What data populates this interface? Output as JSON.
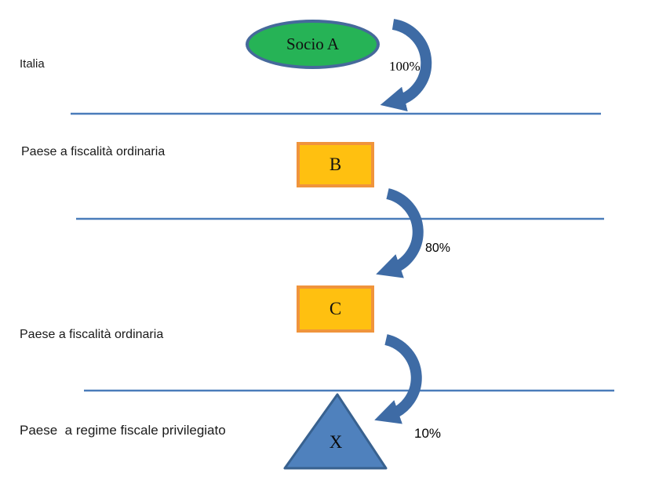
{
  "diagram": {
    "title_none_visible": "",
    "zones": [
      {
        "label": "Italia"
      },
      {
        "label": "Paese a fiscalità ordinaria"
      },
      {
        "label": "Paese a fiscalità ordinaria"
      },
      {
        "label": "Paese  a regime fiscale privilegiato"
      }
    ],
    "nodes": [
      {
        "id": "socio-a",
        "label": "Socio A",
        "shape": "ellipse",
        "fill": "#26b356",
        "border": "#46699b"
      },
      {
        "id": "b",
        "label": "B",
        "shape": "rectangle",
        "fill": "#ffc010",
        "border": "#f0943c"
      },
      {
        "id": "c",
        "label": "C",
        "shape": "rectangle",
        "fill": "#ffc010",
        "border": "#f0943c"
      },
      {
        "id": "x",
        "label": "X",
        "shape": "triangle",
        "fill": "#4f81bd",
        "border": "#38618f"
      }
    ],
    "edges": [
      {
        "from": "Socio A",
        "to": "B",
        "label": "100%"
      },
      {
        "from": "B",
        "to": "C",
        "label": "80%"
      },
      {
        "from": "C",
        "to": "X",
        "label": "10%"
      }
    ],
    "colors": {
      "arrow": "#3e6ba5",
      "separator_line": "#4a7cba",
      "ellipse_fill": "#26b356",
      "ellipse_border": "#46699b",
      "rect_fill": "#ffc010",
      "rect_border": "#f0943c",
      "triangle_fill": "#4f81bd",
      "triangle_border": "#38618f",
      "text": "#1a1a1a"
    }
  }
}
